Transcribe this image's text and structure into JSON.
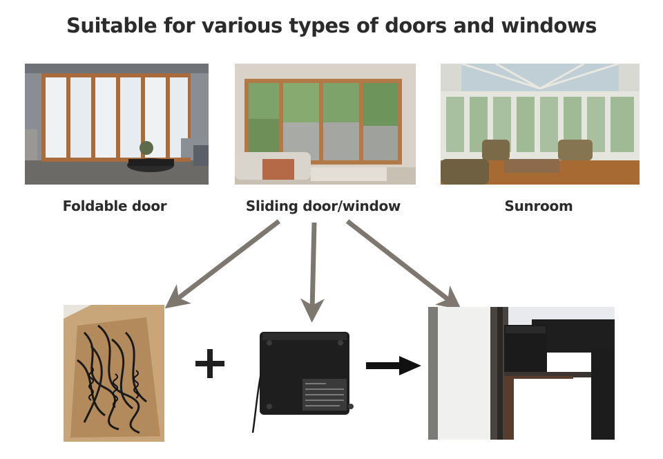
{
  "title": "Suitable for various types of doors and windows",
  "categories": [
    {
      "label": "Foldable door"
    },
    {
      "label": "Sliding door/window"
    },
    {
      "label": "Sunroom"
    }
  ],
  "colors": {
    "arrow": "#7e776f",
    "text": "#2b2b2b",
    "frame": "#b07a4a"
  },
  "icons": {
    "plus": "plus-icon",
    "arrow": "arrow-right-icon"
  }
}
